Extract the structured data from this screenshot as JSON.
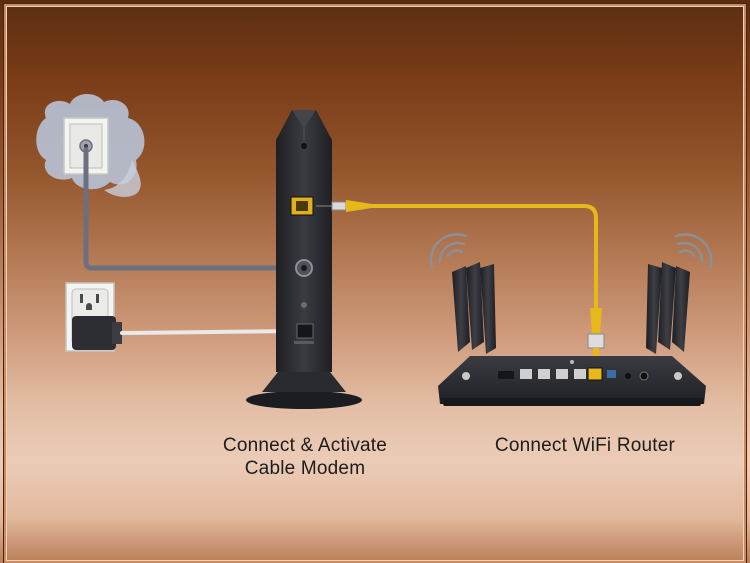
{
  "captions": {
    "modem_line1": "Connect & Activate",
    "modem_line2": "Cable Modem",
    "router": "Connect WiFi Router"
  },
  "icons": [
    "wall-coax-outlet-icon",
    "power-outlet-icon",
    "power-adapter-icon",
    "cable-modem-icon",
    "ethernet-cable-icon",
    "wifi-router-icon",
    "wifi-signal-icon"
  ],
  "colors": {
    "ethernet_cable": "#e8b81a",
    "coax_cable": "#6d6f80",
    "device_body": "#2b2c31",
    "background_top": "#5a2e12",
    "background_mid": "#ecccb7"
  }
}
